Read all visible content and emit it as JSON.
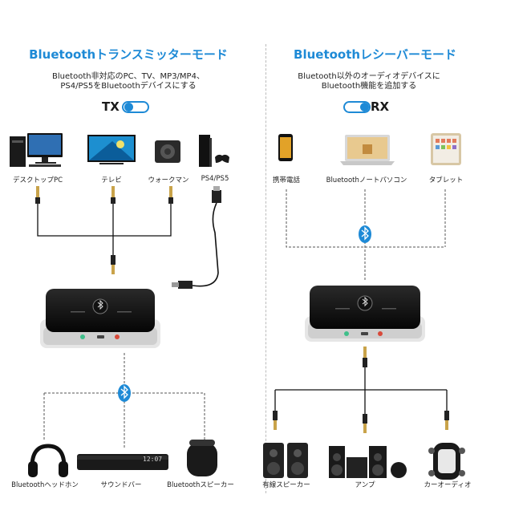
{
  "tx": {
    "title": "Bluetoothトランスミッターモード",
    "desc_line1": "Bluetooth非対応のPC、TV、MP3/MP4、",
    "desc_line2": "PS4/PS5をBluetoothデバイスにする",
    "mode_label": "TX",
    "sources": [
      "デスクトップPC",
      "テレビ",
      "ウォークマン",
      "PS4/PS5"
    ],
    "outputs": [
      "Bluetoothヘッドホン",
      "サウンドバー",
      "Bluetoothスピーカー"
    ],
    "soundbar_display": "12:07"
  },
  "rx": {
    "title": "Bluetoothレシーバーモード",
    "desc_line1": "Bluetooth以外のオーディオデバイスに",
    "desc_line2": "Bluetooth機能を追加する",
    "mode_label": "RX",
    "sources": [
      "携帯電話",
      "Bluetoothノートパソコン",
      "タブレット"
    ],
    "outputs": [
      "有線スピーカー",
      "アンプ",
      "カーオーディオ"
    ]
  },
  "colors": {
    "accent": "#1e8ad6",
    "device": "#111111"
  },
  "icons": [
    "bluetooth-icon",
    "desktop-pc-icon",
    "tv-icon",
    "walkman-icon",
    "ps4-icon",
    "phone-icon",
    "laptop-icon",
    "tablet-icon",
    "headphones-icon",
    "soundbar-icon",
    "speaker-icon",
    "wired-speakers-icon",
    "amplifier-icon",
    "car-icon"
  ]
}
